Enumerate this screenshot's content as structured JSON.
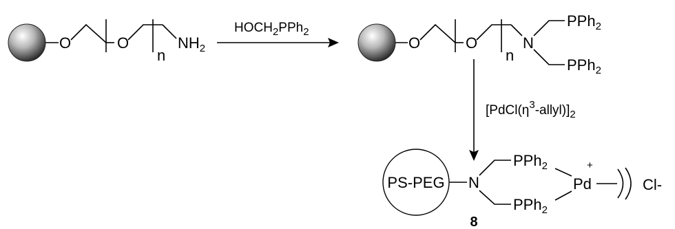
{
  "reaction": {
    "start": {
      "oxygen_left": "O",
      "oxygen_repeat": "O",
      "repeat_index": "n",
      "amine": "NH",
      "amine_sub": "2"
    },
    "step1_reagent": {
      "main": "HOCH",
      "sub1": "2",
      "mid": "PPh",
      "sub2": "2"
    },
    "intermediate": {
      "oxygen_left": "O",
      "oxygen_repeat": "O",
      "repeat_index": "n",
      "nitrogen": "N",
      "phosphine_top": "PPh",
      "phosphine_top_sub": "2",
      "phosphine_bottom": "PPh",
      "phosphine_bottom_sub": "2"
    },
    "step2_reagent": {
      "pre": "[PdCl(",
      "eta": "η",
      "eta_sup": "3",
      "post": "-allyl)]",
      "post_sub": "2"
    },
    "product": {
      "support": "PS-PEG",
      "nitrogen": "N",
      "phosphine_top": "PPh",
      "phosphine_top_sub": "2",
      "phosphine_bottom": "PPh",
      "phosphine_bottom_sub": "2",
      "metal": "Pd",
      "charge": "+",
      "counterion": "Cl-",
      "compound_number": "8"
    }
  }
}
